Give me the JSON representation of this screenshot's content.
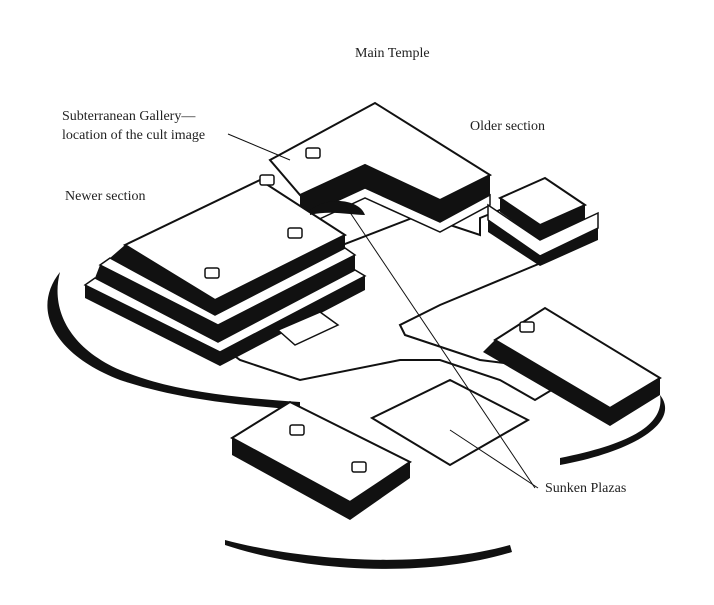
{
  "labels": {
    "main_temple": "Main Temple",
    "subterranean_gallery_line1": "Subterranean Gallery—",
    "subterranean_gallery_line2": "location of the cult image",
    "older_section": "Older section",
    "newer_section": "Newer section",
    "sunken_plazas": "Sunken Plazas"
  },
  "colors": {
    "ink": "#111111",
    "paper": "#ffffff"
  }
}
